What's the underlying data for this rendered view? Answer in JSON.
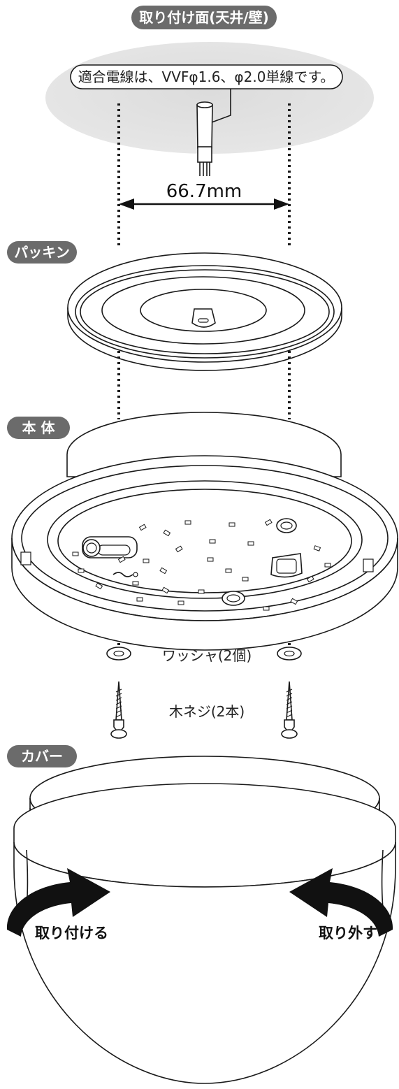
{
  "labels": {
    "mount_surface": "取り付け面(天井/壁)",
    "wire_spec": "適合電線は、VVFφ1.6、φ2.0単線です。",
    "dimension": "66.7mm",
    "packing": "パッキン",
    "body": "本 体",
    "washer": "ワッシャ(2個)",
    "screw": "木ネジ(2本)",
    "cover": "カバー",
    "attach": "取り付ける",
    "remove": "取り外す"
  },
  "colors": {
    "pill": "#6b6b6b",
    "ceiling": "#d9d9d9",
    "line": "#1a1a1a",
    "arrow": "#111111"
  }
}
